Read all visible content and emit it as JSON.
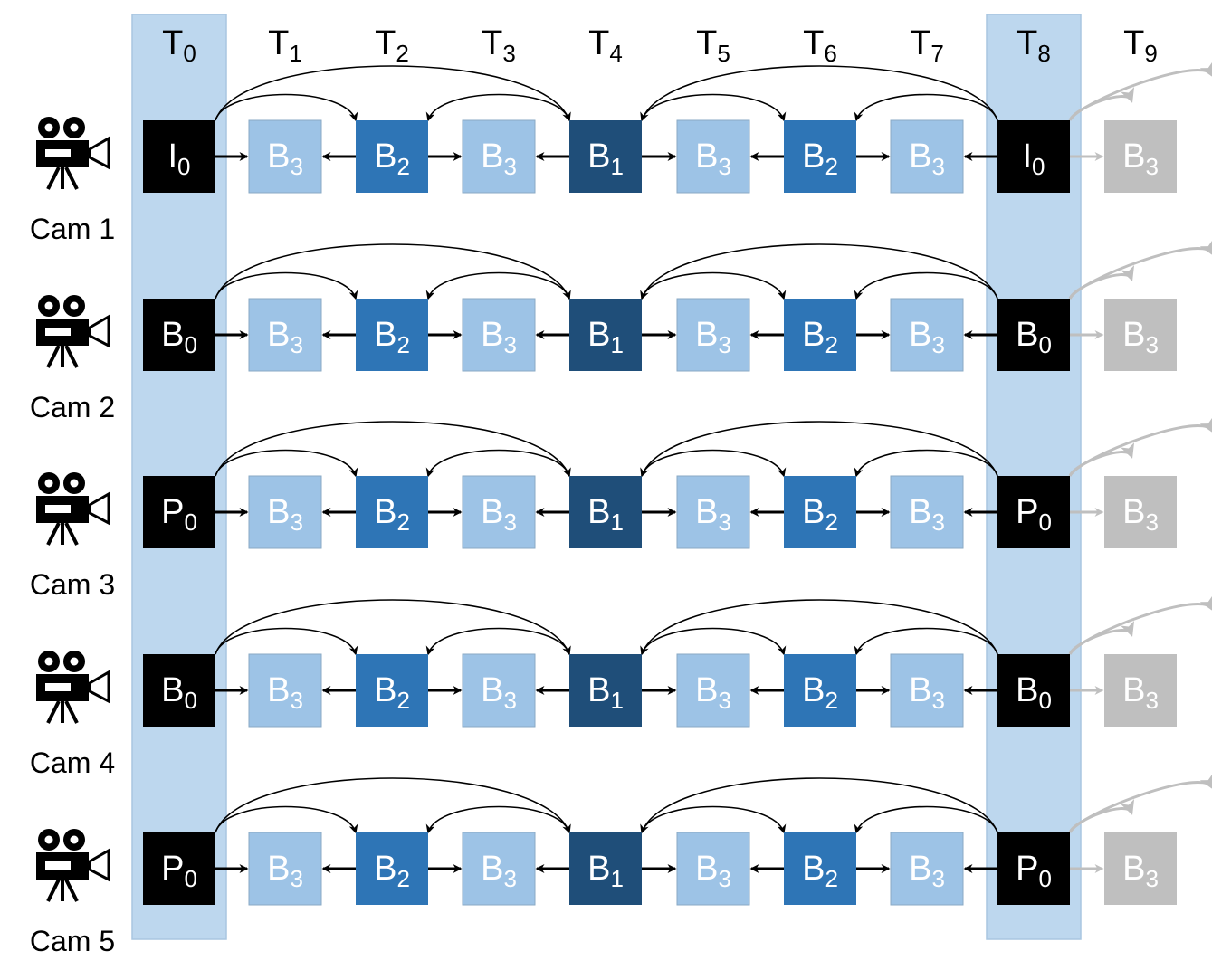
{
  "time_instants": [
    {
      "label": "T",
      "sub": "0"
    },
    {
      "label": "T",
      "sub": "1"
    },
    {
      "label": "T",
      "sub": "2"
    },
    {
      "label": "T",
      "sub": "3"
    },
    {
      "label": "T",
      "sub": "4"
    },
    {
      "label": "T",
      "sub": "5"
    },
    {
      "label": "T",
      "sub": "6"
    },
    {
      "label": "T",
      "sub": "7"
    },
    {
      "label": "T",
      "sub": "8"
    },
    {
      "label": "T",
      "sub": "9"
    }
  ],
  "highlighted_columns": [
    0,
    8
  ],
  "cameras": [
    {
      "label": "Cam 1",
      "anchor_type": "I",
      "anchor_sub": "0"
    },
    {
      "label": "Cam 2",
      "anchor_type": "B",
      "anchor_sub": "0"
    },
    {
      "label": "Cam 3",
      "anchor_type": "P",
      "anchor_sub": "0"
    },
    {
      "label": "Cam 4",
      "anchor_type": "B",
      "anchor_sub": "0"
    },
    {
      "label": "Cam 5",
      "anchor_type": "P",
      "anchor_sub": "0"
    }
  ],
  "frame_pattern": [
    {
      "type": "anchor"
    },
    {
      "type": "B",
      "sub": "3",
      "level": "B3"
    },
    {
      "type": "B",
      "sub": "2",
      "level": "B2"
    },
    {
      "type": "B",
      "sub": "3",
      "level": "B3"
    },
    {
      "type": "B",
      "sub": "1",
      "level": "B1"
    },
    {
      "type": "B",
      "sub": "3",
      "level": "B3"
    },
    {
      "type": "B",
      "sub": "2",
      "level": "B2"
    },
    {
      "type": "B",
      "sub": "3",
      "level": "B3"
    },
    {
      "type": "anchor"
    },
    {
      "type": "B",
      "sub": "3",
      "level": "next"
    }
  ],
  "colors": {
    "anchor": "#000000",
    "B1": "#1f4e79",
    "B2": "#2e75b6",
    "B3": "#9dc3e6",
    "next": "#bfbfbf",
    "highlight_column": "#bdd7ee",
    "highlight_border": "#a9c6e0",
    "arrow": "#000000",
    "arrow_next": "#bfbfbf",
    "label_on_dark": "#ffffff",
    "label_on_light": "#ffffff"
  },
  "icons": {
    "camera": "movie-camera-icon"
  }
}
